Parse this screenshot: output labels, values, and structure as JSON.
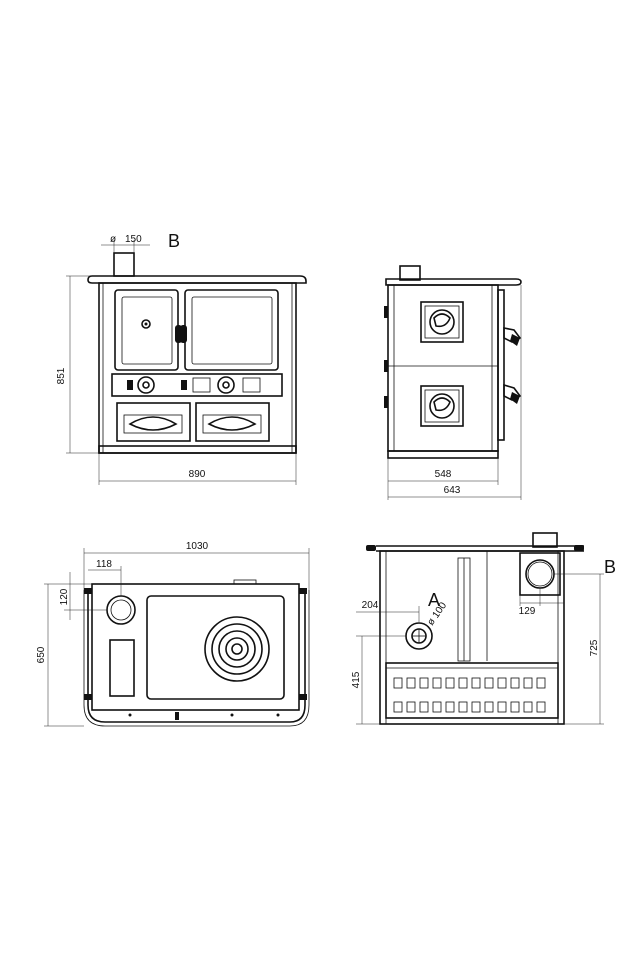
{
  "front_view": {
    "label_b": "B",
    "flue_diameter_symbol": "ø",
    "flue_diameter": "150",
    "height": "851",
    "width": "890"
  },
  "side_view": {
    "depth_body": "548",
    "depth_total": "643"
  },
  "top_view": {
    "width": "1030",
    "flue_x_offset": "118",
    "flue_y_offset": "120",
    "depth": "650"
  },
  "back_view": {
    "label_a": "A",
    "label_b": "B",
    "air_inlet_diameter": "ø 100",
    "air_inlet_x": "204",
    "air_inlet_height": "415",
    "flue_offset": "129",
    "flue_height": "725"
  }
}
